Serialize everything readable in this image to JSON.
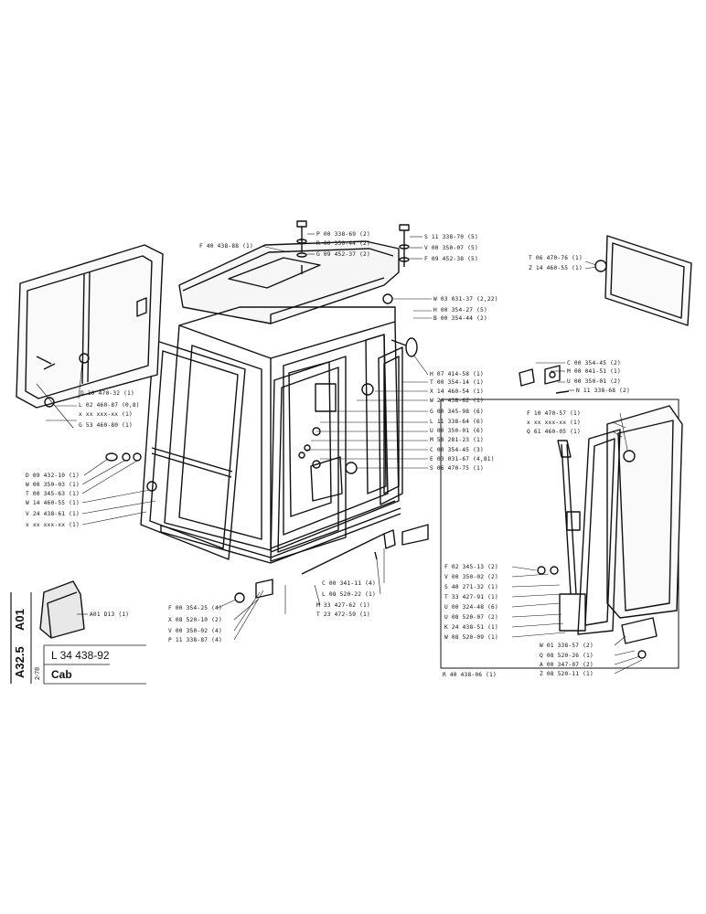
{
  "sheet": {
    "page_code_1": "A01",
    "page_code_2": "A32.5",
    "part_number": "L 34 438-92",
    "date_code": "2-78",
    "title": "Cab"
  },
  "labels": {
    "roof": [
      "F 40 438-88 (1)"
    ],
    "roof_bolts_left": [
      "P 00 338-69 (2)",
      "R 00 350-44 (2)",
      "G 09 452-37 (2)"
    ],
    "roof_bolts_right": [
      "S 11 338-70 (5)",
      "V 00 350-07 (5)",
      "F 09 452-38 (5)"
    ],
    "roof_mount": [
      "W 03 031-37 (2,22)",
      "H 00 354-27 (5)",
      "B 00 354-44 (2)"
    ],
    "mirror": [
      "T 06 470-76 (1)",
      "Z 14 460-55 (1)"
    ],
    "handle_right": [
      "C 00 354-45 (2)",
      "M 00 041-51 (1)",
      "U 00 350-01 (2)",
      "N 11 338-68 (2)"
    ],
    "side_window": [
      "D 10 470-32 (1)",
      "L 02 460-87 (0,8)",
      "x xx xxx-xx (1)",
      "G 53 460-80 (1)"
    ],
    "door_parts": [
      "H 07 414-58 (1)",
      "T 00 354-14 (1)",
      "X 14 460-54 (1)",
      "W 24 438-62 (1)",
      "G 00 345-98 (6)",
      "L 11 338-64 (6)",
      "U 00 350-01 (6)",
      "M 50 281-23 (1)",
      "C 00 354-45 (3)",
      "E 03 031-67 (4,81)",
      "S 06 470-75 (1)"
    ],
    "rear_window": [
      "F 10 470-57 (1)",
      "x xx xxx-xx (1)",
      "Q 61 460-05 (1)"
    ],
    "front_frame": [
      "D 09 432-10 (1)",
      "W 00 350-03 (1)",
      "T 00 345-63 (1)",
      "W 14 460-55 (1)",
      "V 24 438-61 (1)",
      "x xx xxx-xx (1)"
    ],
    "latch": [
      "C 00 341-11 (4)",
      "L 08 520-22 (1)",
      "M 33 427-62 (1)",
      "T 23 472-59 (1)"
    ],
    "base_bolts": [
      "F 00 354-25 (4)",
      "X 08 520-10 (2)",
      "V 00 350-02 (4)",
      "P 11 338-87 (4)"
    ],
    "rear_latch": [
      "F 02 345-13 (2)",
      "V 00 350-02 (2)",
      "S 40 271-32 (1)",
      "T 33 427-91 (1)",
      "U 00 324-48 (6)",
      "U 08 520-07 (2)",
      "K 24 438-51 (1)",
      "W 08 520-09 (1)"
    ],
    "rear_hinge": [
      "W 01 338-57 (2)",
      "Q 08 520-26 (1)",
      "A 00 347-07 (2)",
      "Z 08 520-11 (1)"
    ],
    "rear_assembly": [
      "R 40 438-06 (1)"
    ],
    "inset": [
      "A01 D13 (1)"
    ]
  }
}
